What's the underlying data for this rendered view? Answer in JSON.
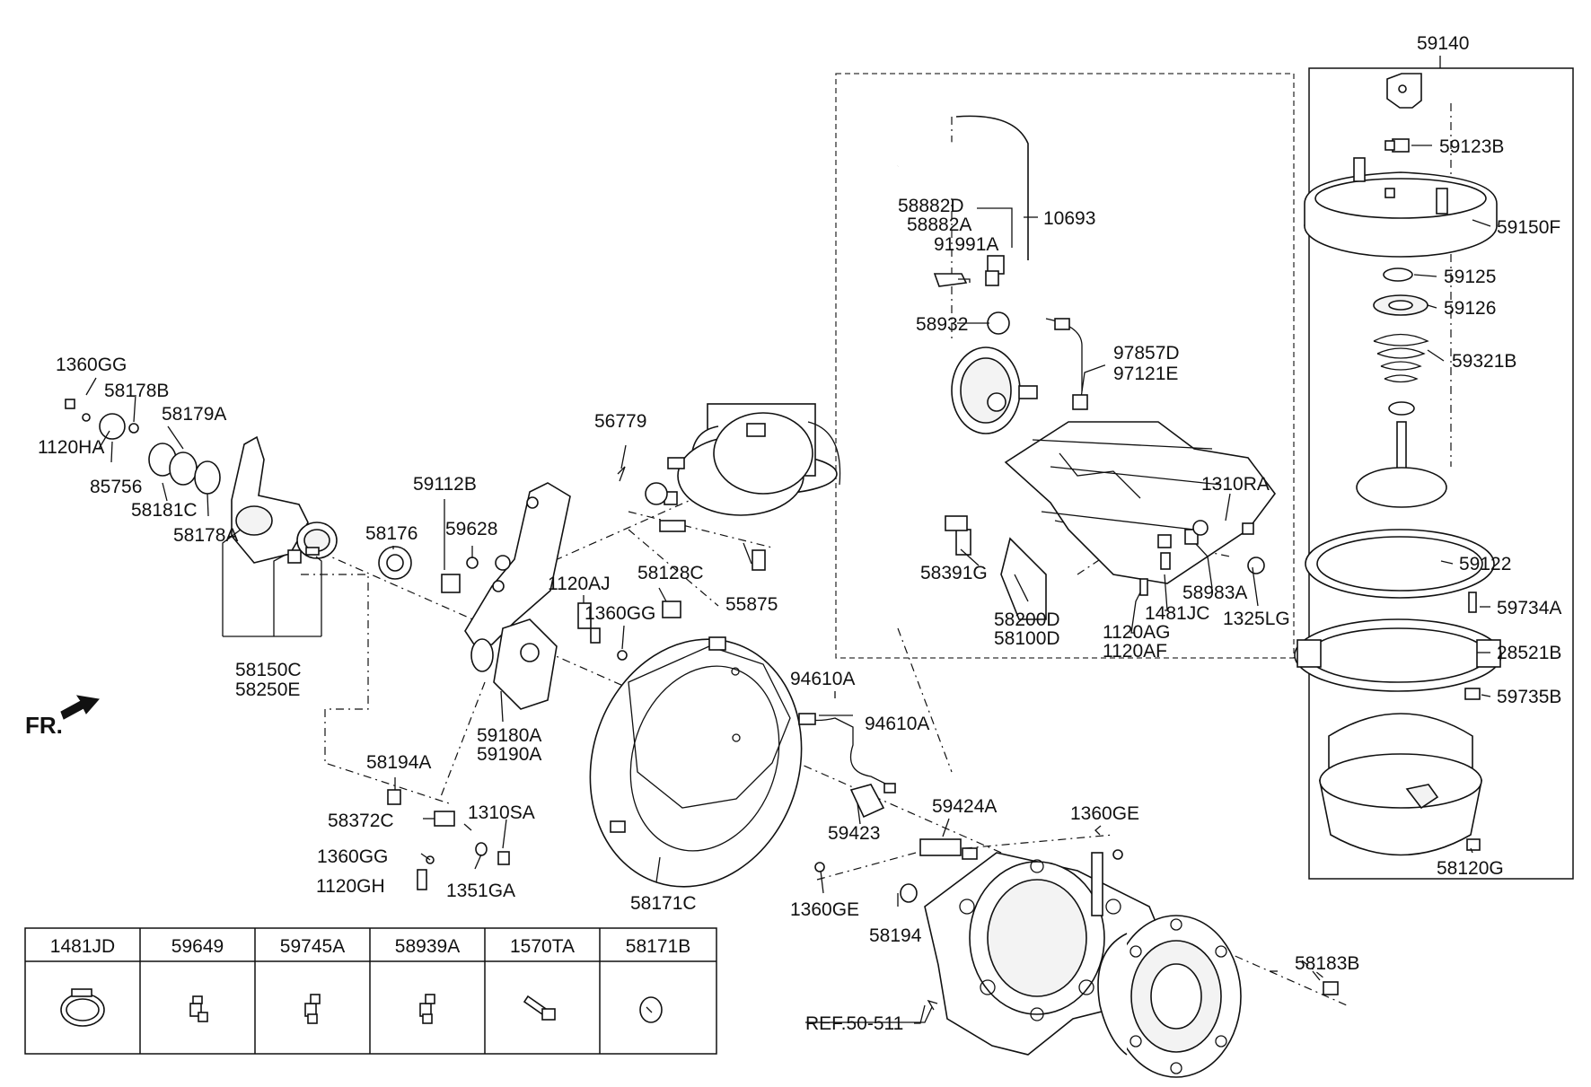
{
  "callouts": {
    "c59140": "59140",
    "c59123B": "59123B",
    "c59150F": "59150F",
    "c59125": "59125",
    "c59126": "59126",
    "c59321B": "59321B",
    "c59122": "59122",
    "c59734A": "59734A",
    "c28521B": "28521B",
    "c59735B": "59735B",
    "c58120G": "58120G",
    "c58882D": "58882D",
    "c58882A": "58882A",
    "c10693": "10693",
    "c91991A": "91991A",
    "c58932": "58932",
    "c97857D": "97857D",
    "c97121E": "97121E",
    "c1310RA": "1310RA",
    "c58391G": "58391G",
    "c58983A": "58983A",
    "c1325LG": "1325LG",
    "c1481JC": "1481JC",
    "c58200D": "58200D",
    "c58100D": "58100D",
    "c1120AG": "1120AG",
    "c1120AF": "1120AF",
    "c56779": "56779",
    "c55875": "55875",
    "c59112B": "59112B",
    "c59628": "59628",
    "c58176": "58176",
    "c1360GG_a": "1360GG",
    "c58178B": "58178B",
    "c58179A": "58179A",
    "c1120HA": "1120HA",
    "c85756": "85756",
    "c58181C": "58181C",
    "c58178A": "58178A",
    "c58150C": "58150C",
    "c58250E": "58250E",
    "c1120AJ": "1120AJ",
    "c58128C": "58128C",
    "c1360GG_b": "1360GG",
    "c59180A": "59180A",
    "c59190A": "59190A",
    "c94610A_a": "94610A",
    "c94610A_b": "94610A",
    "c59424A": "59424A",
    "c59423": "59423",
    "c1360GE_a": "1360GE",
    "c1360GE_b": "1360GE",
    "c58194": "58194",
    "c58194A": "58194A",
    "c58372C": "58372C",
    "c1310SA": "1310SA",
    "c1360GG_c": "1360GG",
    "c1120GH": "1120GH",
    "c1351GA": "1351GA",
    "c58171C": "58171C",
    "c58183B": "58183B",
    "cREF": "REF.50-511"
  },
  "fr_label": "FR.",
  "legend_table": {
    "headers": [
      "1481JD",
      "59649",
      "59745A",
      "58939A",
      "1570TA",
      "58171B"
    ],
    "icons": [
      "hose-clamp-icon",
      "fitting-icon",
      "elbow-fitting-icon",
      "elbow-fitting-icon",
      "stud-icon",
      "washer-icon"
    ]
  }
}
